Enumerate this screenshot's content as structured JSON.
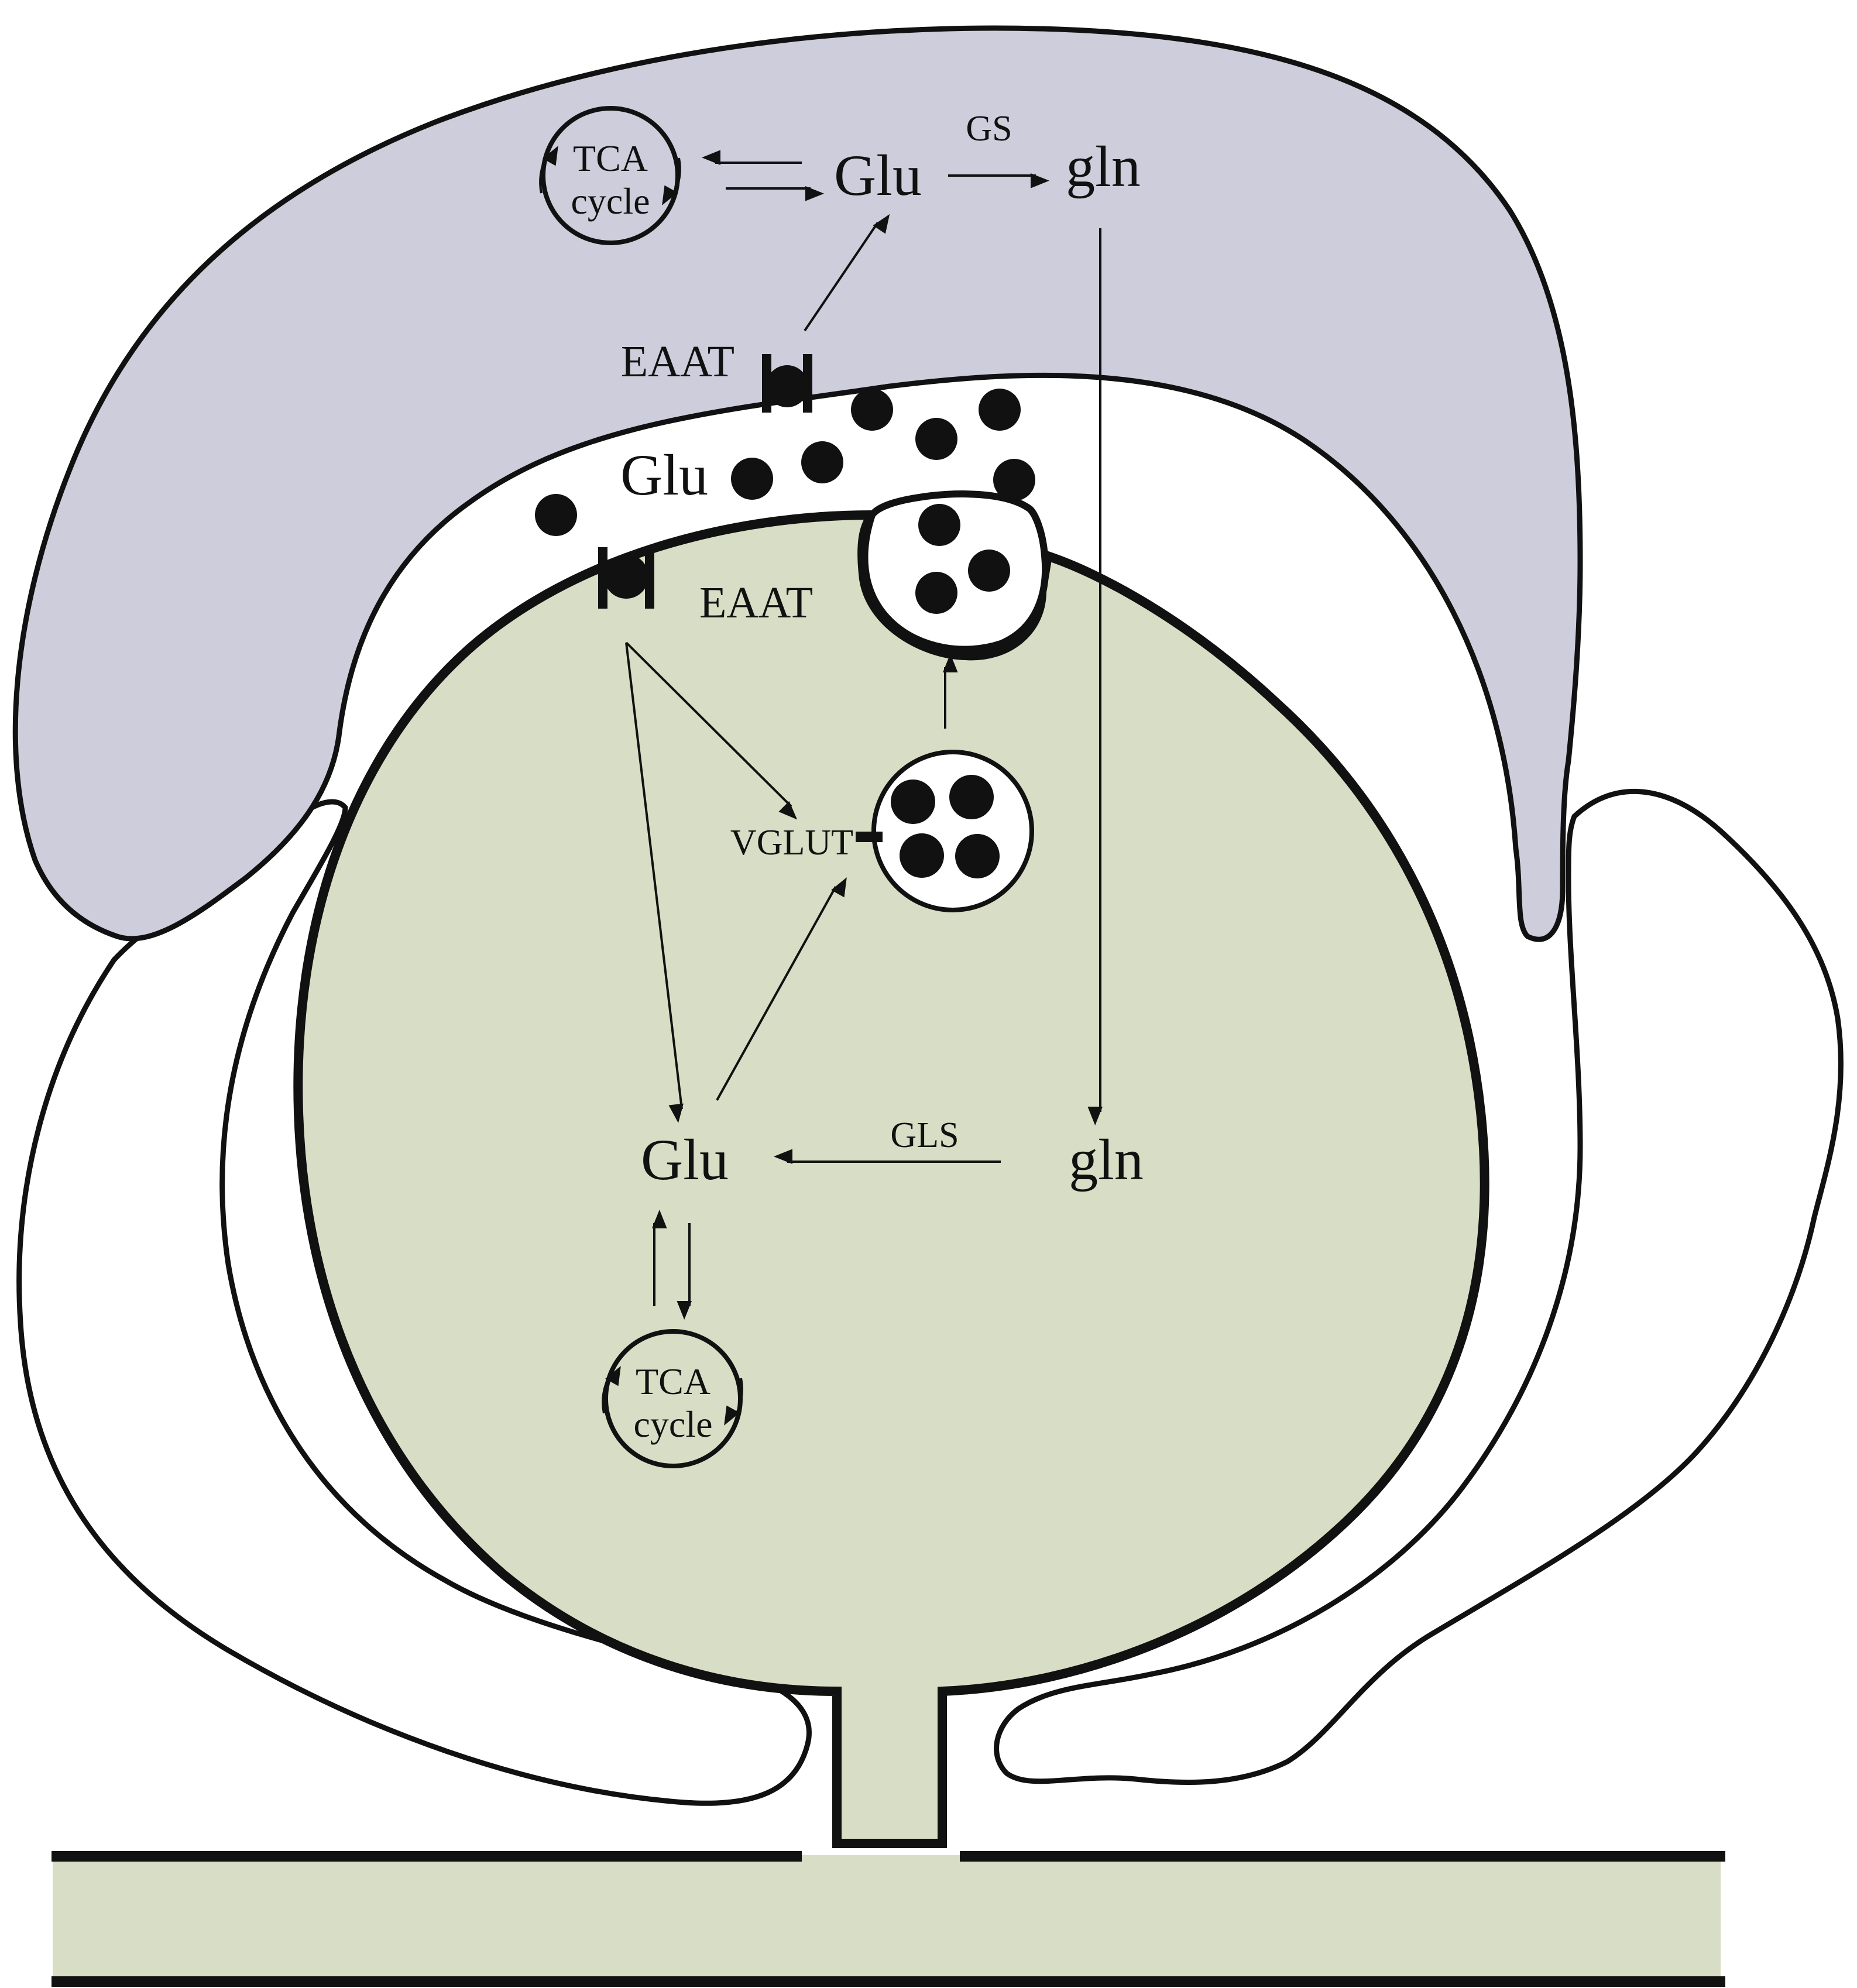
{
  "colors": {
    "astrocyte_fill": "#cdcddb",
    "neuron_fill": "#d8dec5",
    "outline": "#111111",
    "background": "#ffffff"
  },
  "astrocyte": {
    "tca_line1": "TCA",
    "tca_line2": "cycle",
    "glu": "Glu",
    "gs": "GS",
    "gln": "gln",
    "eaat": "EAAT"
  },
  "cleft": {
    "glu": "Glu"
  },
  "neuron": {
    "eaat": "EAAT",
    "vglut": "VGLUT",
    "glu": "Glu",
    "gls": "GLS",
    "gln": "gln",
    "tca_line1": "TCA",
    "tca_line2": "cycle"
  }
}
